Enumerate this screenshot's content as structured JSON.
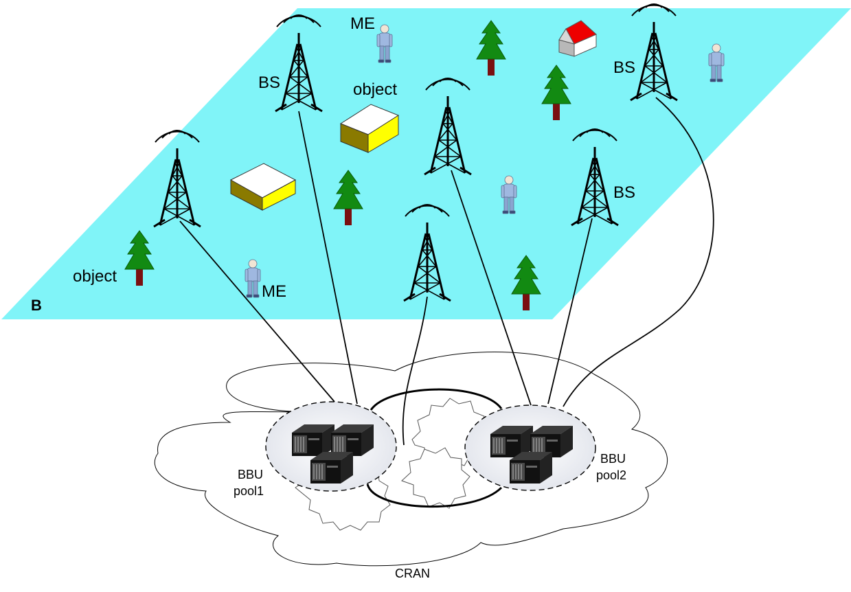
{
  "plane": {
    "label": "B",
    "color": "#80f4f8"
  },
  "labels": {
    "bs": "BS",
    "me": "ME",
    "object": "object",
    "bbu_pool1_line1": "BBU",
    "bbu_pool1_line2": "pool1",
    "bbu_pool2_line1": "BBU",
    "bbu_pool2_line2": "pool2",
    "cran": "CRAN"
  },
  "colors": {
    "tree": "#128a12",
    "trunk": "#7a0f10",
    "box_top": "#ffffff",
    "box_front": "#ffff00",
    "box_side": "#8a7a00",
    "roof": "#ee0000",
    "person": "#9fb8e0",
    "tower": "#000000"
  },
  "icons": [
    "tower-icon",
    "person-icon",
    "tree-icon",
    "box-icon",
    "house-icon",
    "server-icon",
    "cloud-icon",
    "gear-icon"
  ]
}
